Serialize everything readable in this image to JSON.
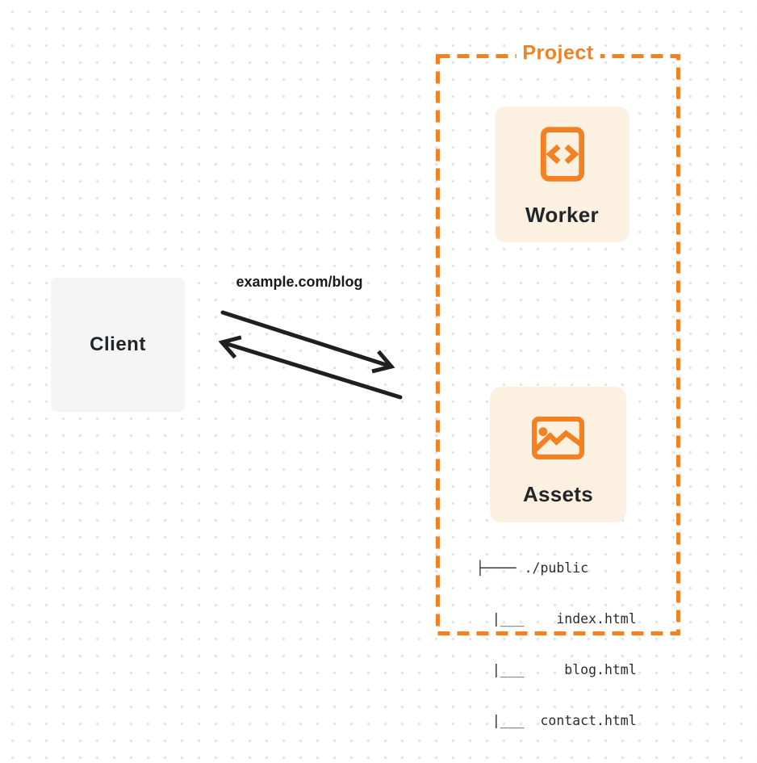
{
  "colors": {
    "accent": "#F18122",
    "card-bg": "#FCF0E1",
    "client-bg": "#F5F5F6",
    "ink": "#232629",
    "arrow": "#1F1F1F",
    "dot": "#E3E3E3"
  },
  "client": {
    "label": "Client"
  },
  "request": {
    "label": "example.com/blog"
  },
  "project": {
    "label": "Project",
    "worker": {
      "label": "Worker",
      "icon": "code-file-icon"
    },
    "assets": {
      "label": "Assets",
      "icon": "image-icon",
      "tree": {
        "line1": "├──── ./public",
        "line2": "  |___    index.html",
        "line3": "  |___     blog.html",
        "line4": "  |___  contact.html"
      }
    }
  }
}
